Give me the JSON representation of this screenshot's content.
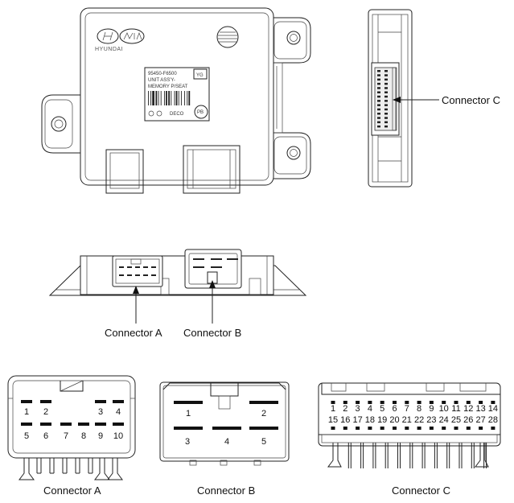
{
  "unit_label": {
    "part_number": "95450-F6500",
    "name_line1": "UNIT ASS'Y-",
    "name_line2": "MEMORY P/SEAT",
    "code": "YG",
    "maker": "DECO",
    "brand_left": "HYUNDAI",
    "badge": "PB"
  },
  "callouts": {
    "connector_a": "Connector A",
    "connector_b": "Connector B",
    "connector_c": "Connector C"
  },
  "connector_a": {
    "caption": "Connector A",
    "pins": [
      "1",
      "2",
      "3",
      "4",
      "5",
      "6",
      "7",
      "8",
      "9",
      "10"
    ]
  },
  "connector_b": {
    "caption": "Connector B",
    "pins": [
      "1",
      "2",
      "3",
      "4",
      "5"
    ]
  },
  "connector_c": {
    "caption": "Connector C",
    "pins": [
      "1",
      "2",
      "3",
      "4",
      "5",
      "6",
      "7",
      "8",
      "9",
      "10",
      "11",
      "12",
      "13",
      "14",
      "15",
      "16",
      "17",
      "18",
      "19",
      "20",
      "21",
      "22",
      "23",
      "24",
      "25",
      "26",
      "27",
      "28"
    ]
  }
}
